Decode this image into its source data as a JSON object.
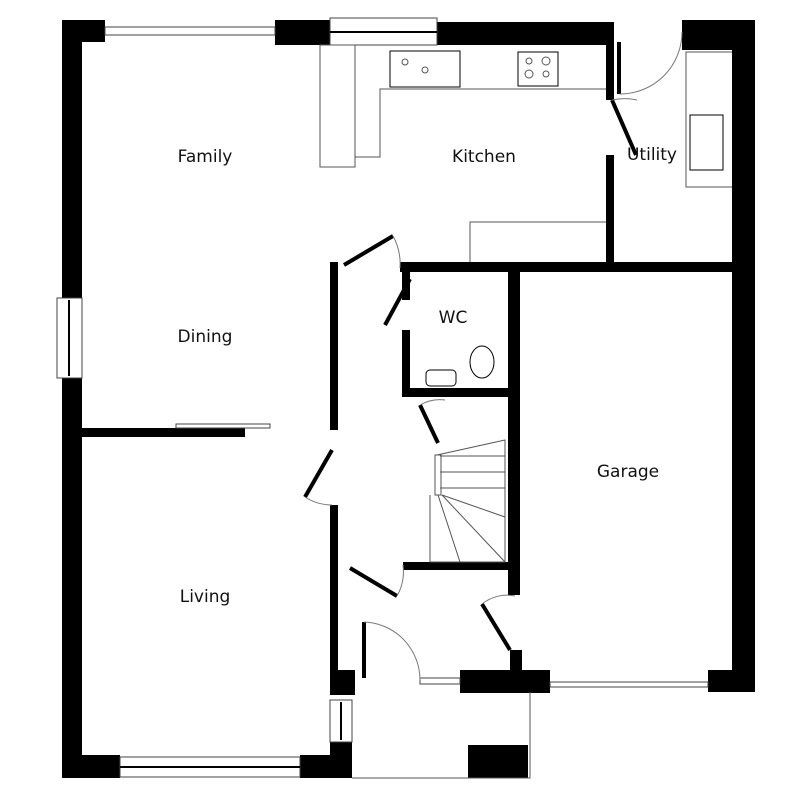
{
  "rooms": {
    "family": "Family",
    "kitchen": "Kitchen",
    "utility": "Utility",
    "dining": "Dining",
    "wc": "WC",
    "garage": "Garage",
    "living": "Living"
  },
  "colors": {
    "wall": "#000000",
    "line": "#444444",
    "background": "#ffffff"
  },
  "fixtures": [
    "double-sink-icon",
    "hob-icon",
    "utility-sink-icon",
    "toilet-icon",
    "basin-icon",
    "staircase"
  ]
}
